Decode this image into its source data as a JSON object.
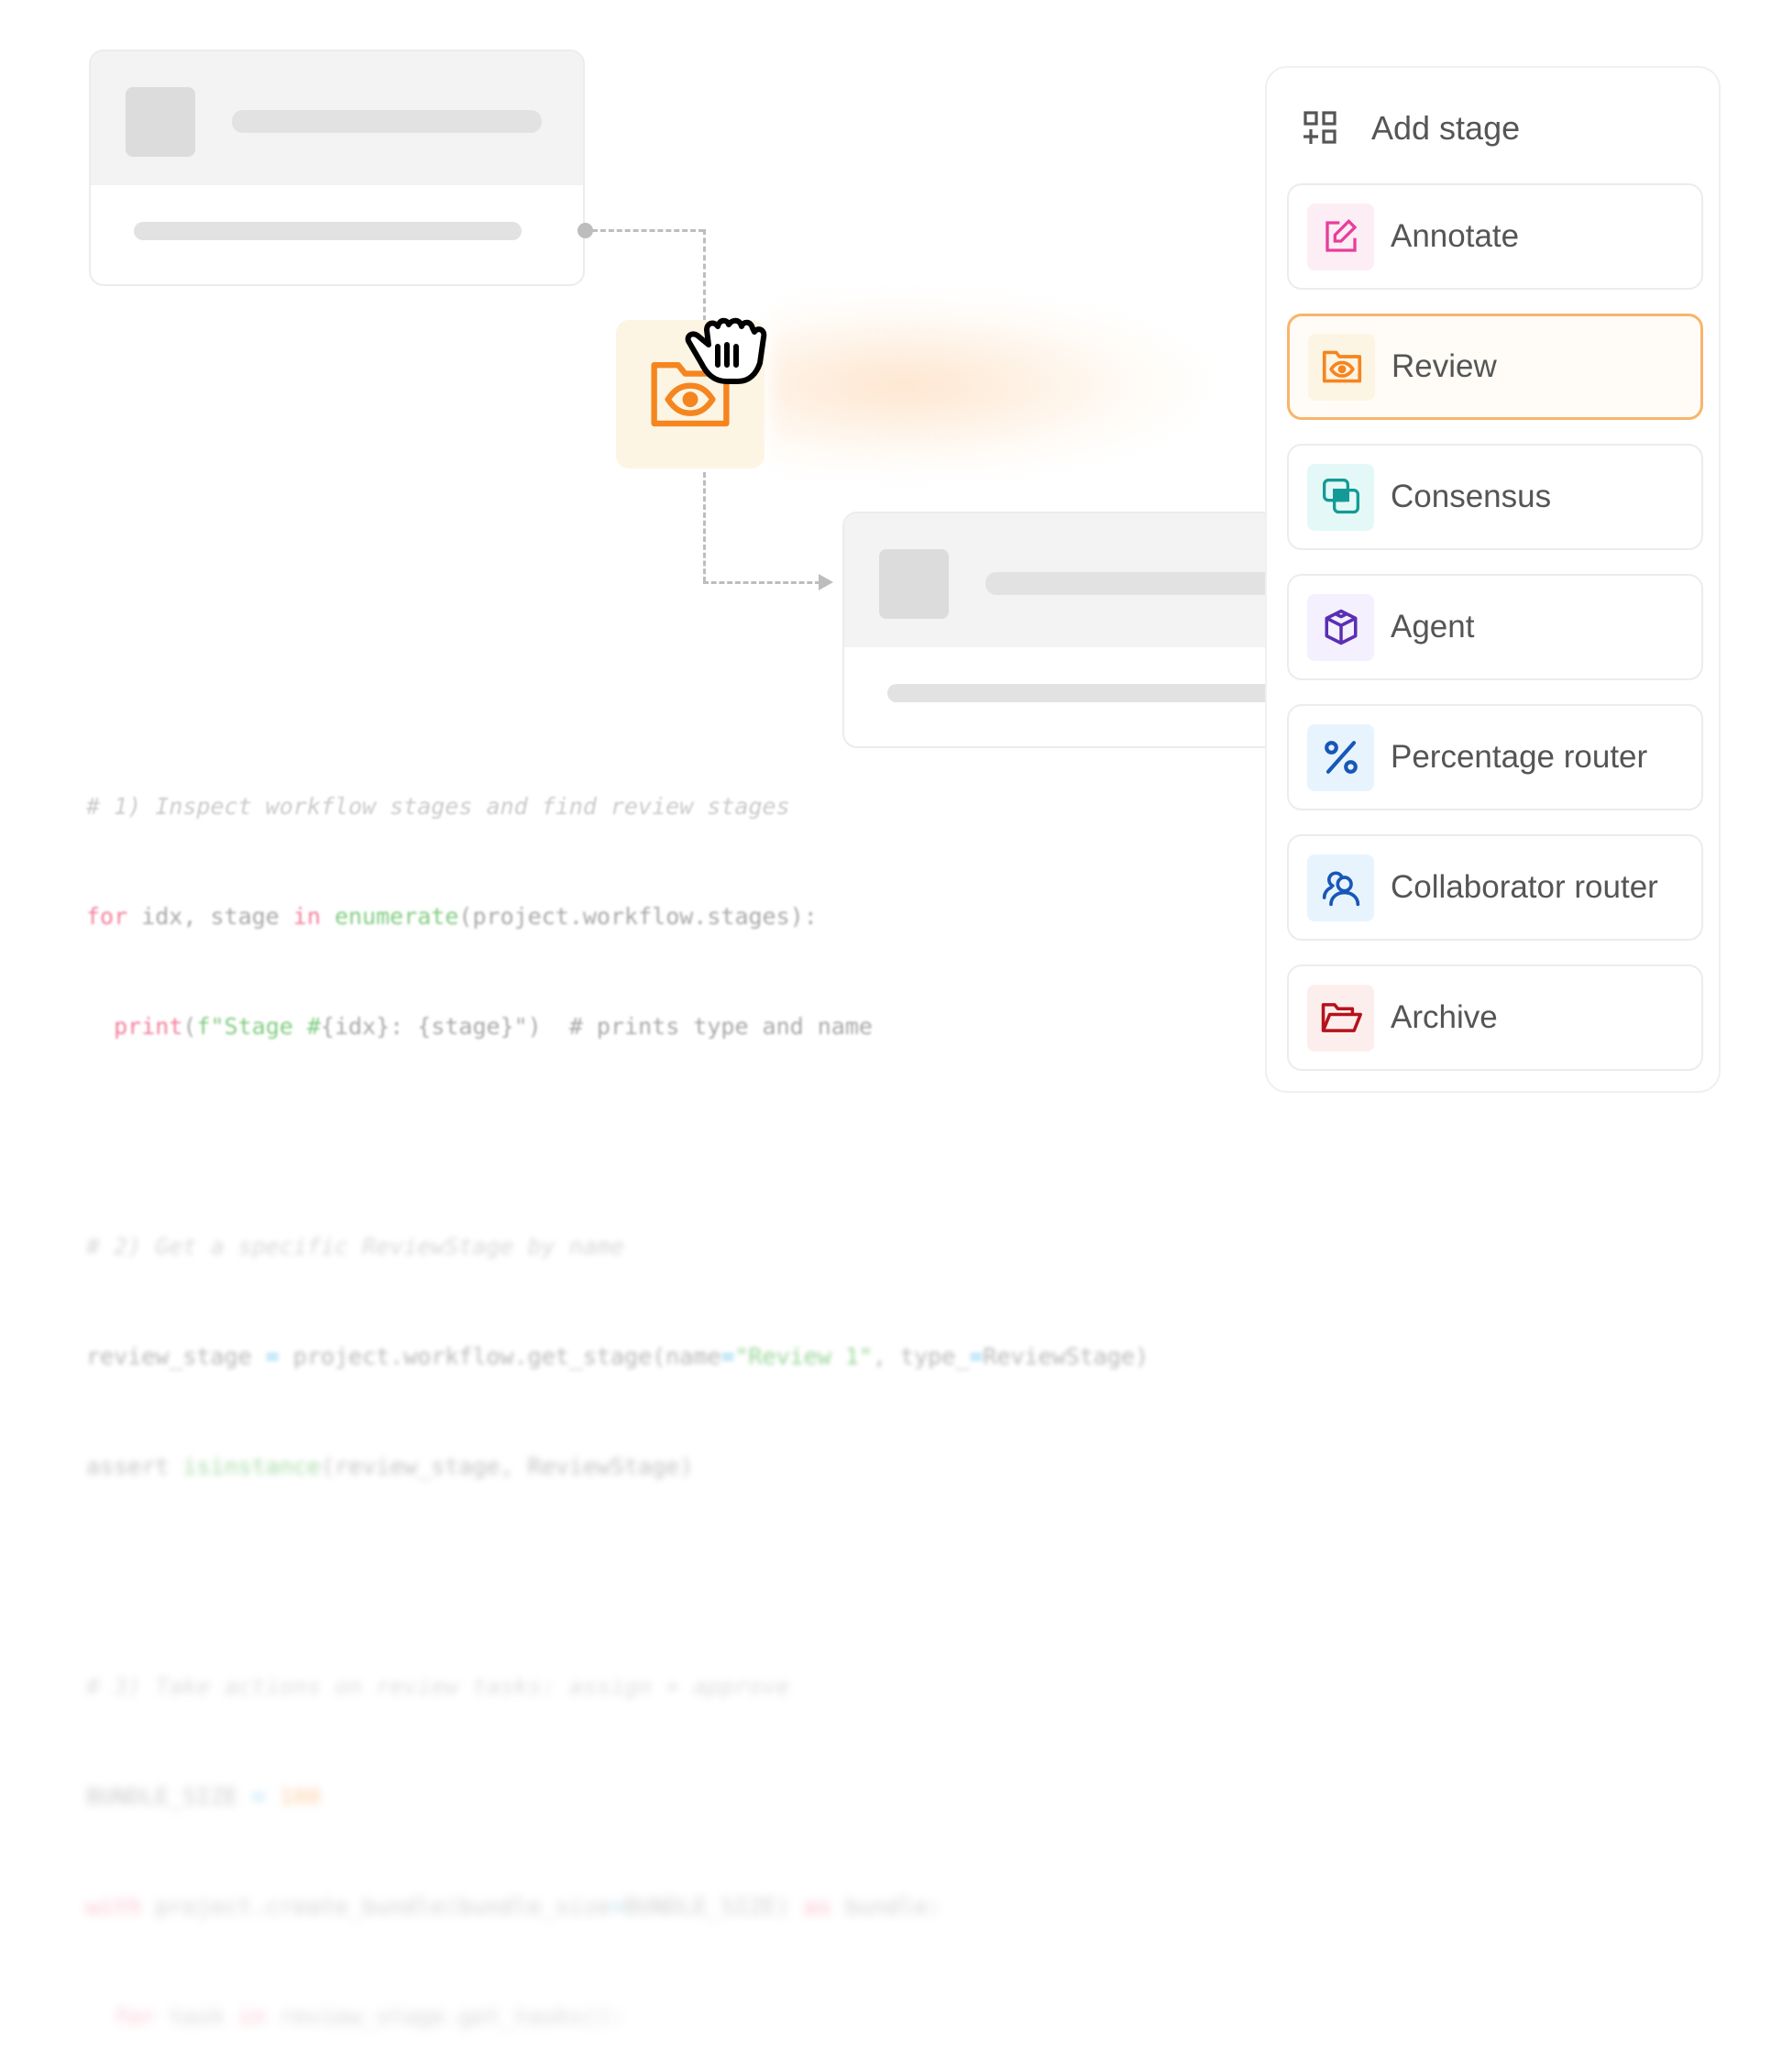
{
  "panel": {
    "title": "Add stage",
    "items": [
      {
        "label": "Annotate",
        "icon": "edit-icon",
        "color": "#e83e9c",
        "bg": "#fdeef5"
      },
      {
        "label": "Review",
        "icon": "folder-eye-icon",
        "color": "#f5851f",
        "bg": "#fdf5e4",
        "selected": true
      },
      {
        "label": "Consensus",
        "icon": "overlapping-squares-icon",
        "color": "#149a96",
        "bg": "#e4f9f7"
      },
      {
        "label": "Agent",
        "icon": "cube-icon",
        "color": "#5a2fb3",
        "bg": "#f4f0fd"
      },
      {
        "label": "Percentage router",
        "icon": "percent-icon",
        "color": "#1857b8",
        "bg": "#e8f4fd"
      },
      {
        "label": "Collaborator router",
        "icon": "users-icon",
        "color": "#1857b8",
        "bg": "#e8f4fd"
      },
      {
        "label": "Archive",
        "icon": "folder-open-icon",
        "color": "#b5121b",
        "bg": "#fdeeee"
      }
    ]
  },
  "code": {
    "lines": [
      "# 1) Inspect workflow stages and find review stages",
      "for idx, stage in enumerate(project.workflow.stages):",
      "  print(f\"Stage #{idx}: {stage}\")  # prints type and name",
      "",
      "# 2) Get a specific ReviewStage by name",
      "review_stage = project.workflow.get_stage(name=\"Review 1\", type_=ReviewStage)",
      "assert isinstance(review_stage, ReviewStage)",
      "",
      "# 3) Take actions on review tasks: assign + approve",
      "BUNDLE_SIZE = 100",
      "with project.create_bundle(bundle_size=BUNDLE_SIZE) as bundle:",
      "  for task in review_stage.get_tasks():"
    ]
  }
}
